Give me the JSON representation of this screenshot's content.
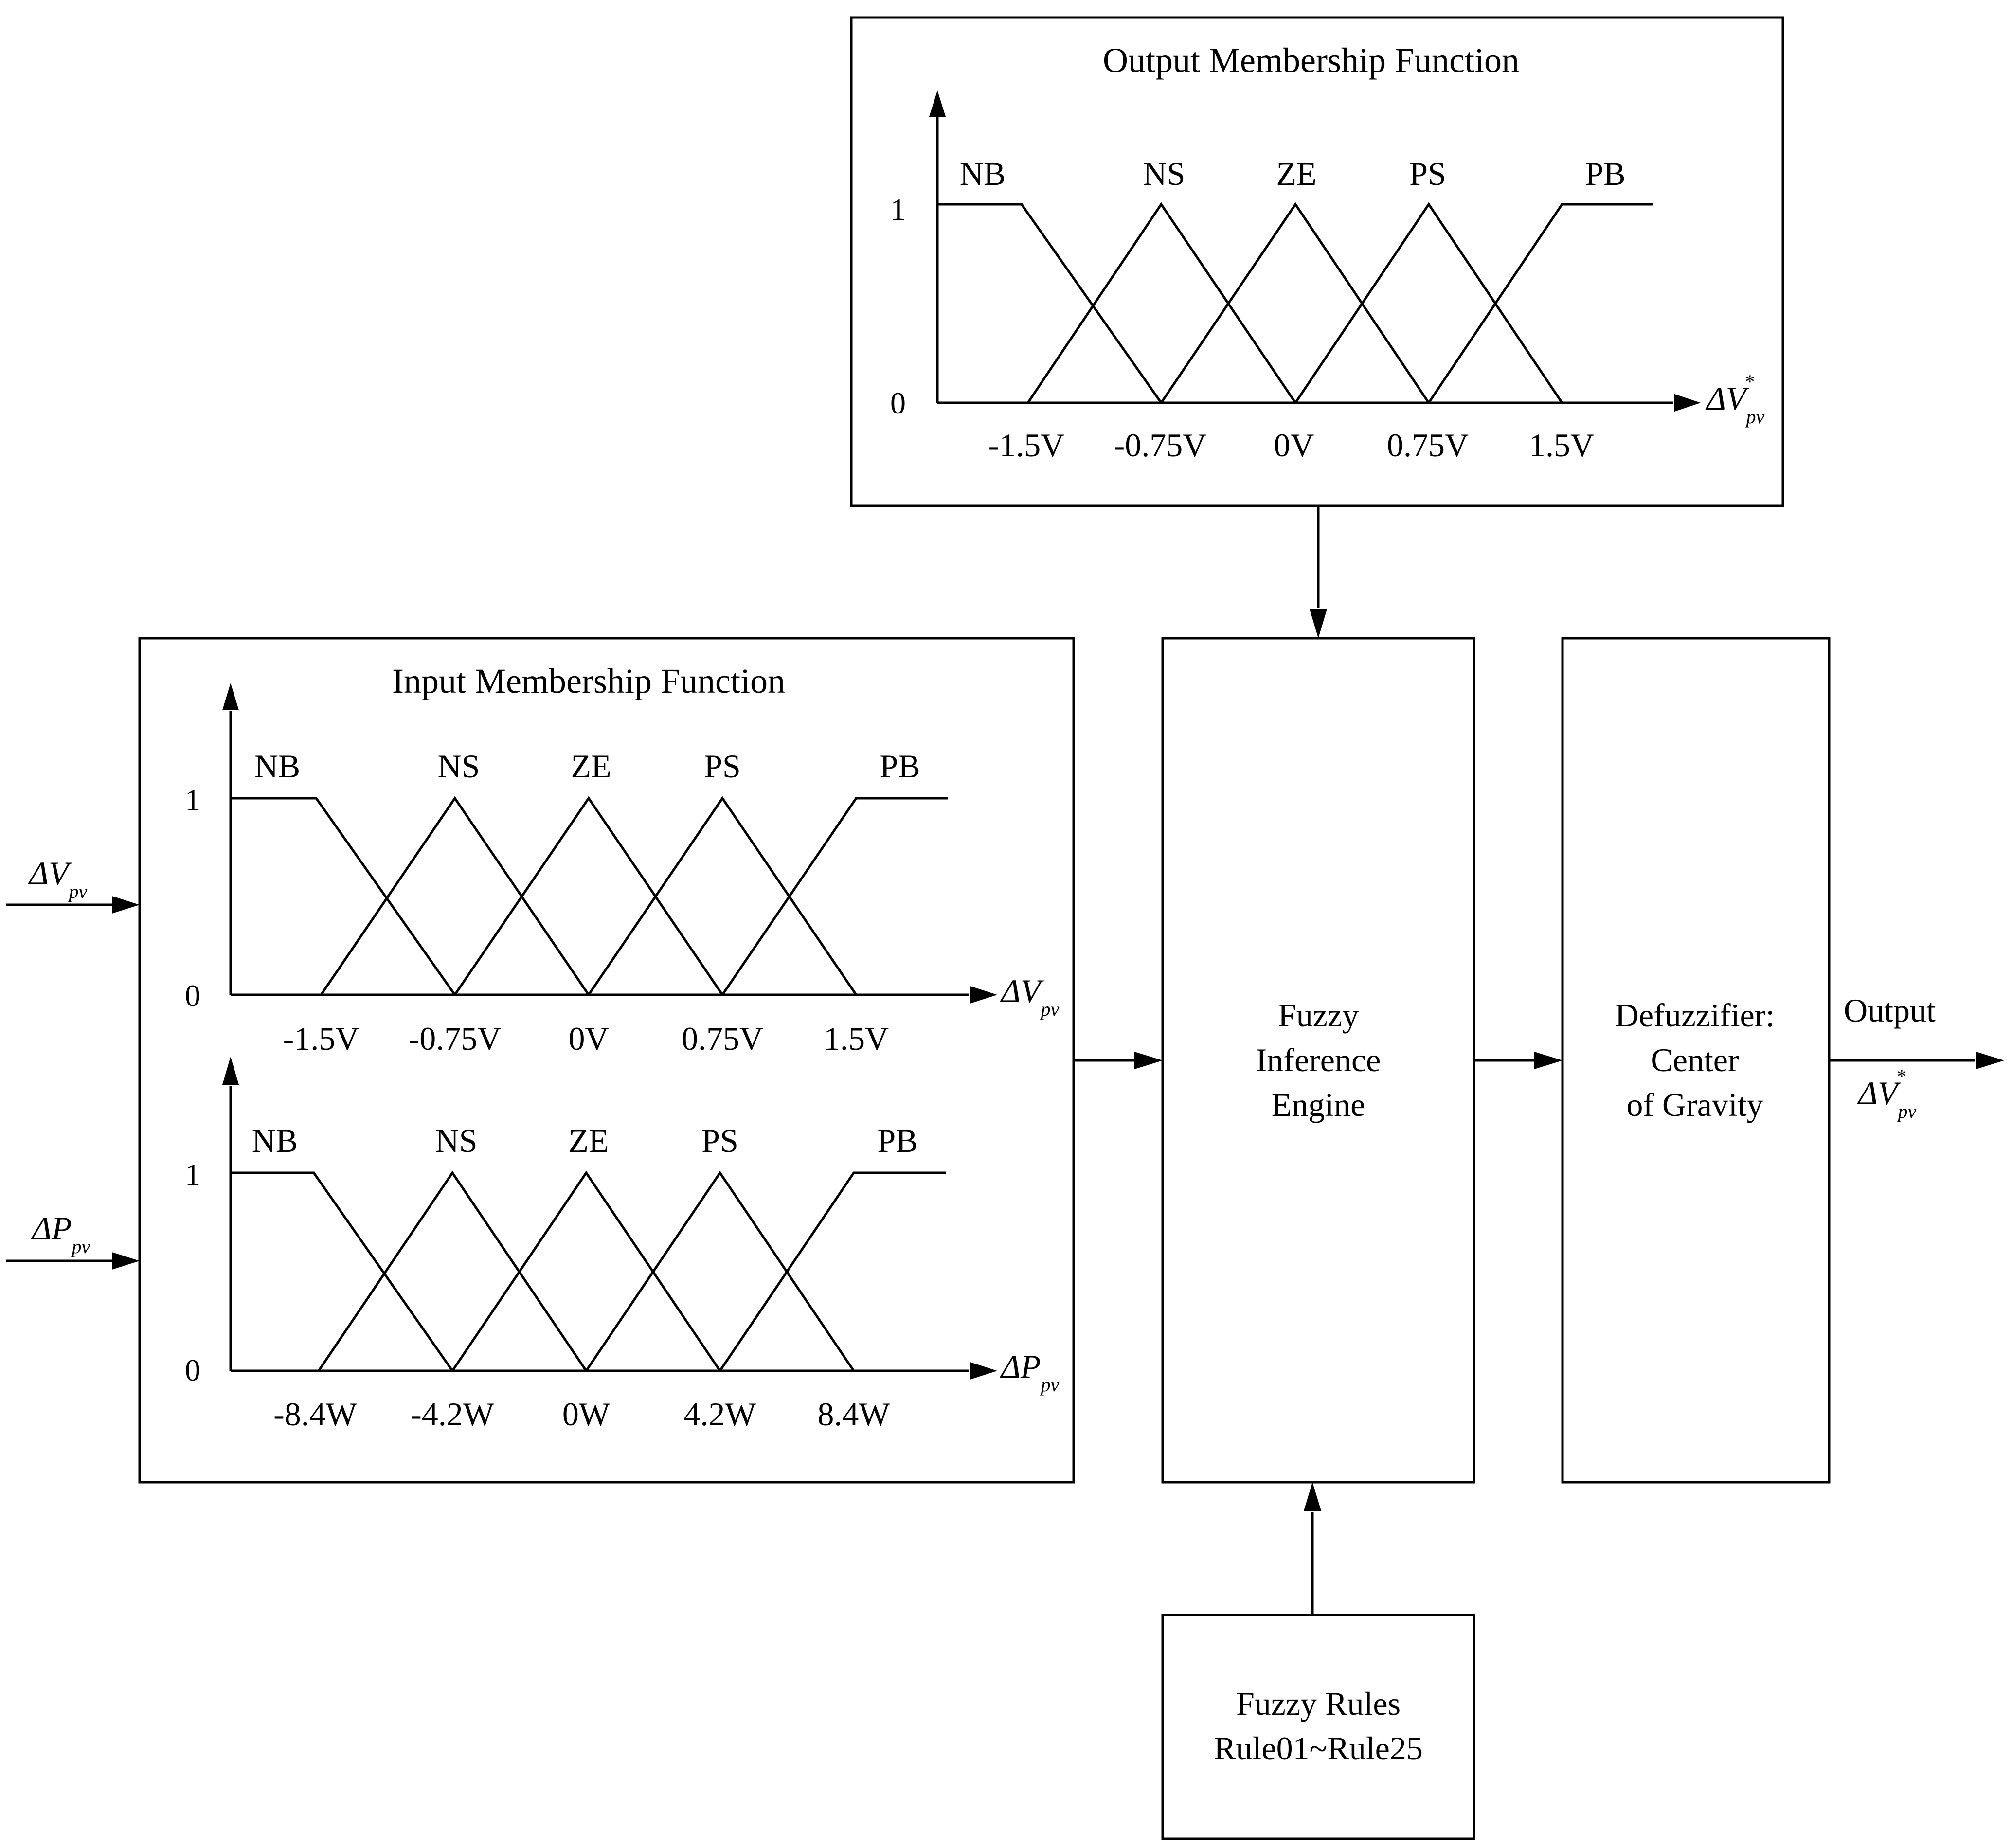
{
  "output_mf": {
    "title": "Output Membership Function",
    "sets": [
      "NB",
      "NS",
      "ZE",
      "PS",
      "PB"
    ],
    "ticks": [
      "-1.5V",
      "-0.75V",
      "0V",
      "0.75V",
      "1.5V"
    ],
    "y_one": "1",
    "y_zero": "0",
    "axis_label": {
      "delta": "ΔV",
      "sub": "pv",
      "sup": "*"
    }
  },
  "input_mf": {
    "title": "Input Membership Function",
    "voltage": {
      "sets": [
        "NB",
        "NS",
        "ZE",
        "PS",
        "PB"
      ],
      "ticks": [
        "-1.5V",
        "-0.75V",
        "0V",
        "0.75V",
        "1.5V"
      ],
      "y_one": "1",
      "y_zero": "0",
      "axis_label": {
        "delta": "ΔV",
        "sub": "pv"
      }
    },
    "power": {
      "sets": [
        "NB",
        "NS",
        "ZE",
        "PS",
        "PB"
      ],
      "ticks": [
        "-8.4W",
        "-4.2W",
        "0W",
        "4.2W",
        "8.4W"
      ],
      "y_one": "1",
      "y_zero": "0",
      "axis_label": {
        "delta": "ΔP",
        "sub": "pv"
      }
    }
  },
  "inputs": {
    "dv": {
      "delta": "ΔV",
      "sub": "pv"
    },
    "dp": {
      "delta": "ΔP",
      "sub": "pv"
    }
  },
  "fie": {
    "lines": [
      "Fuzzy",
      "Inference",
      "Engine"
    ]
  },
  "defuzz": {
    "lines": [
      "Defuzzifier:",
      "Center",
      "of Gravity"
    ]
  },
  "rules": {
    "lines": [
      "Fuzzy Rules",
      "Rule01~Rule25"
    ]
  },
  "output": {
    "label": "Output",
    "symbol": {
      "delta": "ΔV",
      "sub": "pv",
      "sup": "*"
    }
  }
}
